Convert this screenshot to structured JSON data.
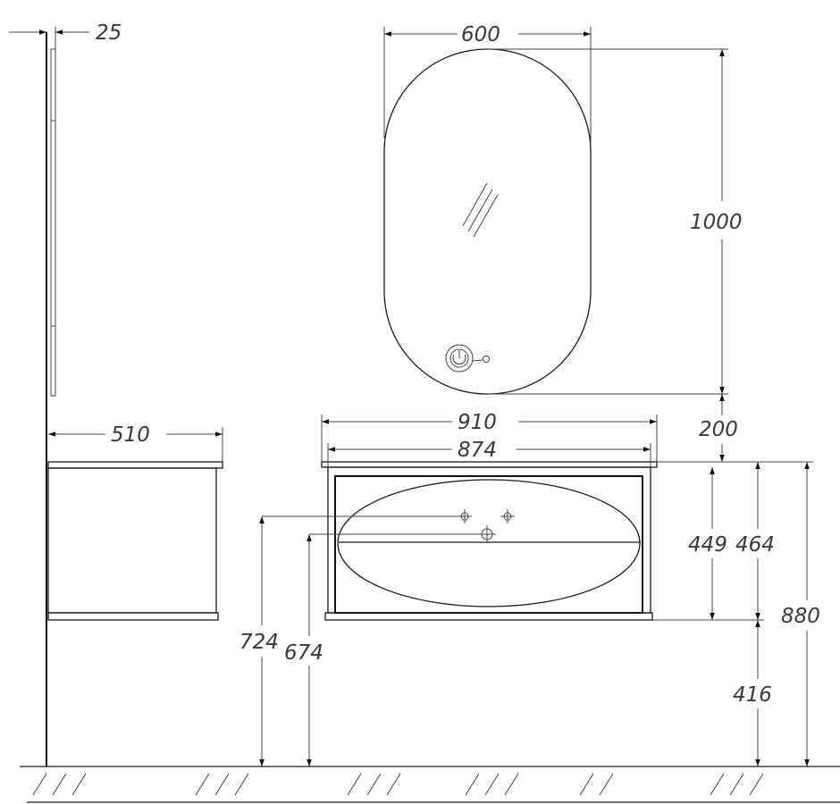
{
  "dimensions": {
    "mirror_depth": "25",
    "mirror_width": "600",
    "mirror_height": "1000",
    "mirror_gap": "200",
    "cabinet_depth": "510",
    "top_width": "910",
    "cabinet_width": "874",
    "cabinet_height_449": "449",
    "cabinet_height_464": "464",
    "total_height": "880",
    "mount_height": "416",
    "tap_height": "724",
    "drain_height": "674"
  },
  "icons": {
    "mirror_switch": "power-button-icon",
    "glass_marks": "glass-reflection-icon",
    "floor_hatch": "floor-hatch-icon"
  },
  "colors": {
    "line": "#1a1a1a",
    "text": "#3a3a3a",
    "background": "#ffffff"
  }
}
